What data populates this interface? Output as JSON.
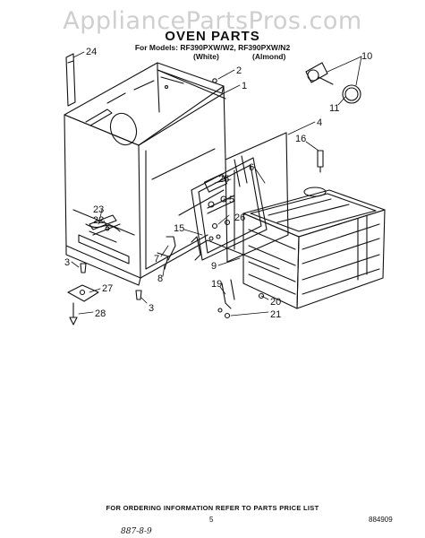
{
  "watermark": "AppliancePartsPros.com",
  "title": "OVEN PARTS",
  "models_line": "For Models: RF390PXW/W2, RF390PXW/N2",
  "variants": [
    "(White)",
    "(Almond)"
  ],
  "callouts": [
    "24",
    "2",
    "1",
    "4",
    "10",
    "11",
    "16",
    "6",
    "25",
    "5",
    "26",
    "23",
    "22",
    "15",
    "7",
    "8",
    "9",
    "19",
    "20",
    "21",
    "3",
    "27",
    "28",
    "3"
  ],
  "footer": "FOR ORDERING INFORMATION REFER TO PARTS PRICE LIST",
  "page_number": "5",
  "doc_number": "884909",
  "handwritten": "887-8-9"
}
